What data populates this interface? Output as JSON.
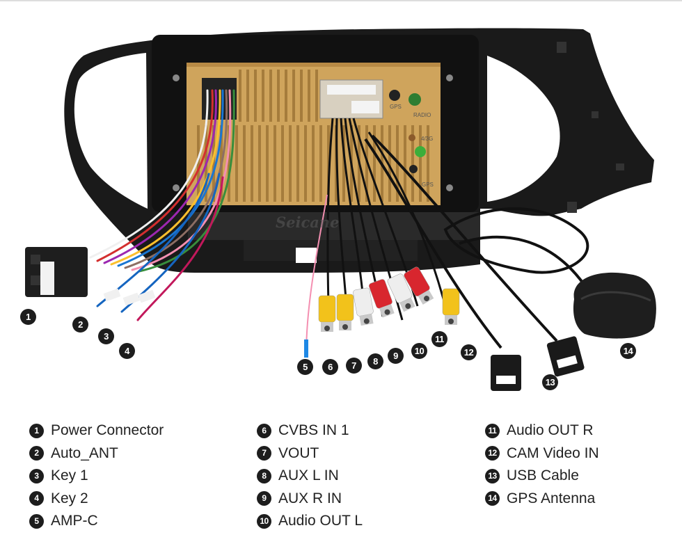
{
  "watermark": "Seicane",
  "callouts": [
    "1",
    "2",
    "3",
    "4",
    "5",
    "6",
    "7",
    "8",
    "9",
    "10",
    "11",
    "12",
    "13",
    "14"
  ],
  "legend": {
    "columns": [
      [
        {
          "num": "1",
          "label": "Power Connector"
        },
        {
          "num": "2",
          "label": "Auto_ANT"
        },
        {
          "num": "3",
          "label": "Key 1"
        },
        {
          "num": "4",
          "label": "Key 2"
        },
        {
          "num": "5",
          "label": "AMP-C"
        }
      ],
      [
        {
          "num": "6",
          "label": "CVBS IN 1"
        },
        {
          "num": "7",
          "label": "VOUT"
        },
        {
          "num": "8",
          "label": "AUX L IN"
        },
        {
          "num": "9",
          "label": "AUX R IN"
        },
        {
          "num": "10",
          "label": "Audio OUT L"
        }
      ],
      [
        {
          "num": "11",
          "label": "Audio OUT R"
        },
        {
          "num": "12",
          "label": "CAM Video IN"
        },
        {
          "num": "13",
          "label": "USB Cable"
        },
        {
          "num": "14",
          "label": "GPS Antenna"
        }
      ]
    ]
  },
  "unit_labels": {
    "gps": "GPS",
    "radio": "RADIO",
    "wifi": "4/3G",
    "gps2": "GPS"
  },
  "colors": {
    "frame": "#1a1a1a",
    "unit": "#cfa45c",
    "rca_yellow": "#f2c21b",
    "rca_red": "#d8262e",
    "rca_white": "#eeeeee"
  }
}
